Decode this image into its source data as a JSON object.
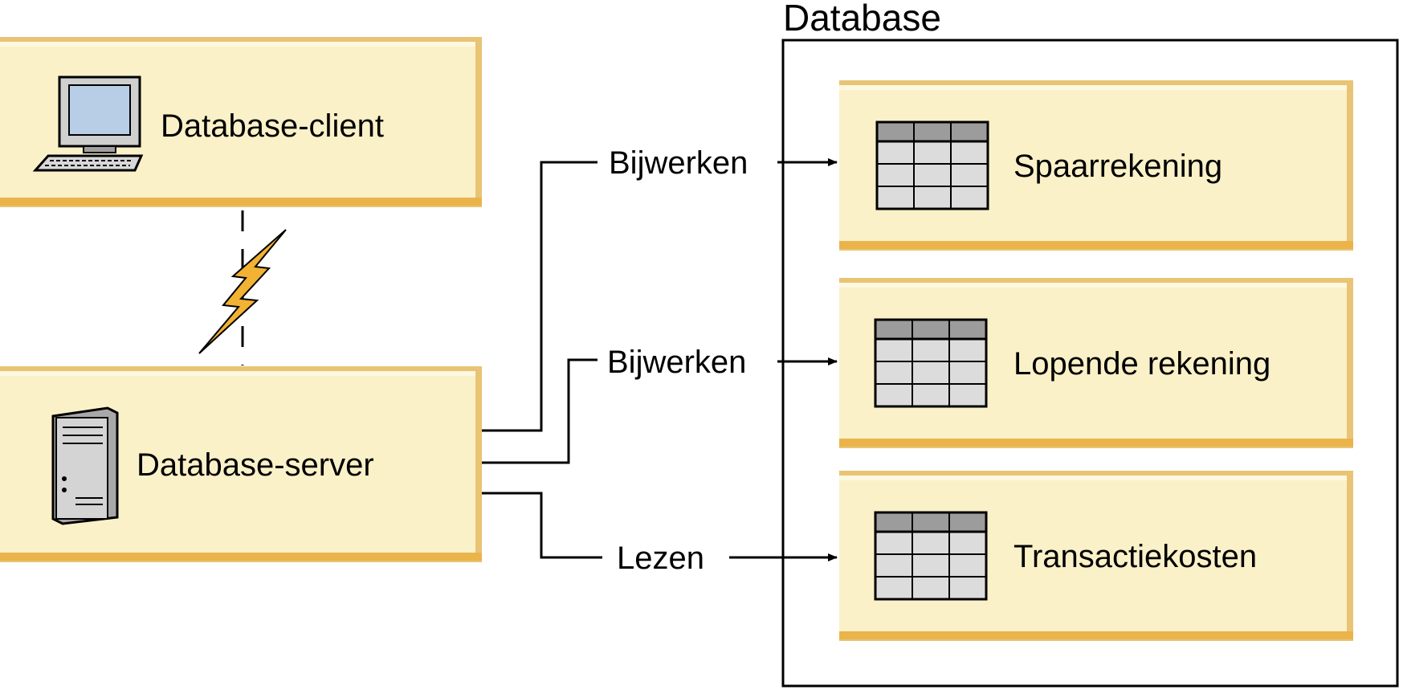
{
  "diagram": {
    "database_title": "Database",
    "client": {
      "label": "Database-client",
      "icon": "computer-icon"
    },
    "server": {
      "label": "Database-server",
      "icon": "server-tower-icon"
    },
    "connection_icon": "lightning-bolt-icon",
    "tables": [
      {
        "label": "Spaarrekening",
        "icon": "table-icon"
      },
      {
        "label": "Lopende rekening",
        "icon": "table-icon"
      },
      {
        "label": "Transactiekosten",
        "icon": "table-icon"
      }
    ],
    "operations": [
      {
        "label": "Bijwerken"
      },
      {
        "label": "Bijwerken"
      },
      {
        "label": "Lezen"
      }
    ],
    "colors": {
      "box_fill": "#faf1c8",
      "box_highlight": "#fdf8e0",
      "box_shadow": "#e8c474",
      "box_bottom": "#eab44a",
      "line": "#000000",
      "lightning": "#f2b233",
      "table_header": "#9c9c9c",
      "table_cell": "#dcdcdc",
      "screen": "#b8cde6"
    }
  }
}
